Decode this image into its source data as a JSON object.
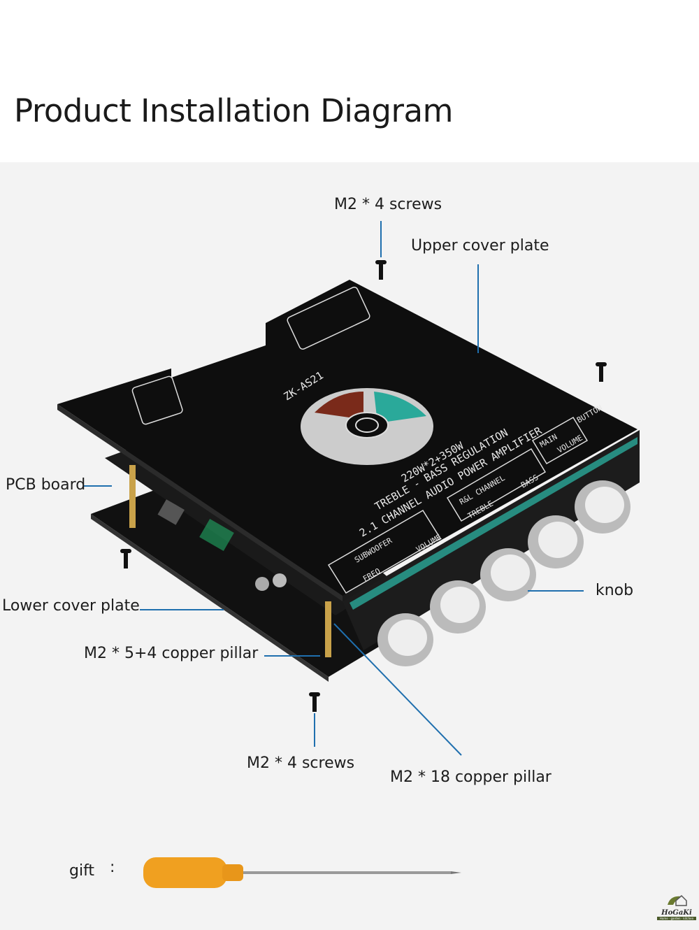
{
  "title": "Product Installation Diagram",
  "labels": {
    "top_screws": "M2 * 4 screws",
    "upper_cover": "Upper cover plate",
    "pcb": "PCB board",
    "lower_cover": "Lower cover plate",
    "copper_pillar_short": "M2 * 5+4 copper pillar",
    "knob": "knob",
    "bottom_screws": "M2 * 4 screws",
    "copper_pillar_long": "M2 * 18 copper pillar",
    "gift": "gift",
    "gift_colon": ":"
  },
  "board_text": {
    "model": "ZK-AS21",
    "power": "220W*2+350W",
    "line2": "TREBLE - BASS REGULATION",
    "line3": "2.1 CHANNEL AUDIO POWER AMPLIFIER",
    "subwoofer": "SUBWOOFER",
    "freq": "FREQ",
    "volume": "VOLUME",
    "rl_channel": "R&L CHANNEL",
    "treble": "TREBLE",
    "bass": "BASS",
    "main": "MAIN",
    "main_volume": "VOLUME",
    "button": "BUTTON"
  },
  "logo": {
    "name": "HoGaKi",
    "tagline": "Home · garden · kitchen"
  },
  "colors": {
    "leader": "#1f6fae",
    "board": "#121212",
    "handle": "#f0a020"
  }
}
